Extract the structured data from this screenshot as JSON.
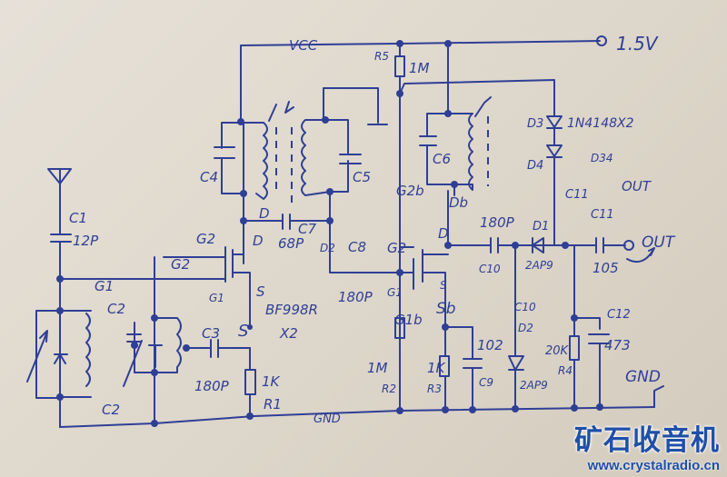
{
  "labels": {
    "vcc": "VCC",
    "v15": "1.5V",
    "r5": "R5",
    "r5_val": "1M",
    "c4": "C4",
    "c5": "C5",
    "c6": "C6",
    "c1": "C1",
    "c1_val": "12P",
    "c7": "C7",
    "c7_val": "68P",
    "c8": "C8",
    "c8_val": "180P",
    "d_top": "D",
    "d1_fet": "D",
    "g2_left": "G2",
    "g2_left2": "G2",
    "g1_left": "G1",
    "g1_wire": "G1",
    "s_left": "S",
    "bf998": "BF998R",
    "x2": "X2",
    "s_left2": "S",
    "c2a": "C2",
    "c2b": "C2",
    "c3": "C3",
    "c3_val": "180P",
    "r1_val": "1K",
    "r1": "R1",
    "gnd1": "GND",
    "d2_pin": "D2",
    "g2b": "G2b",
    "db": "Db",
    "d_right": "D",
    "g2_right": "G2",
    "g1_right": "G1",
    "g1b": "G1b",
    "s_right": "S",
    "sb": "Sb",
    "r2_val": "1M",
    "r2": "R2",
    "r3_val": "1K",
    "r3": "R3",
    "c9_val": "102",
    "c9": "C9",
    "c10_val": "180P",
    "c10": "C10",
    "d1": "D1",
    "d1_val": "2AP9",
    "c10b": "C10",
    "d2": "D2",
    "d2_val": "2AP9",
    "d3": "D3",
    "d34_val": "1N4148X2",
    "d4": "D4",
    "d34": "D34",
    "c11": "C11",
    "out1": "OUT",
    "c11b": "C11",
    "c11_val": "105",
    "out2": "OUT",
    "c12": "C12",
    "c12_val": "473",
    "r4_val": "20K",
    "r4": "R4",
    "gnd2": "GND"
  },
  "watermark": {
    "title": "矿石收音机",
    "url": "www.crystalradio.cn"
  },
  "colors": {
    "ink": "#2f3f95",
    "paper": "#e3ddd2",
    "watermark": "#1f4fa8"
  }
}
